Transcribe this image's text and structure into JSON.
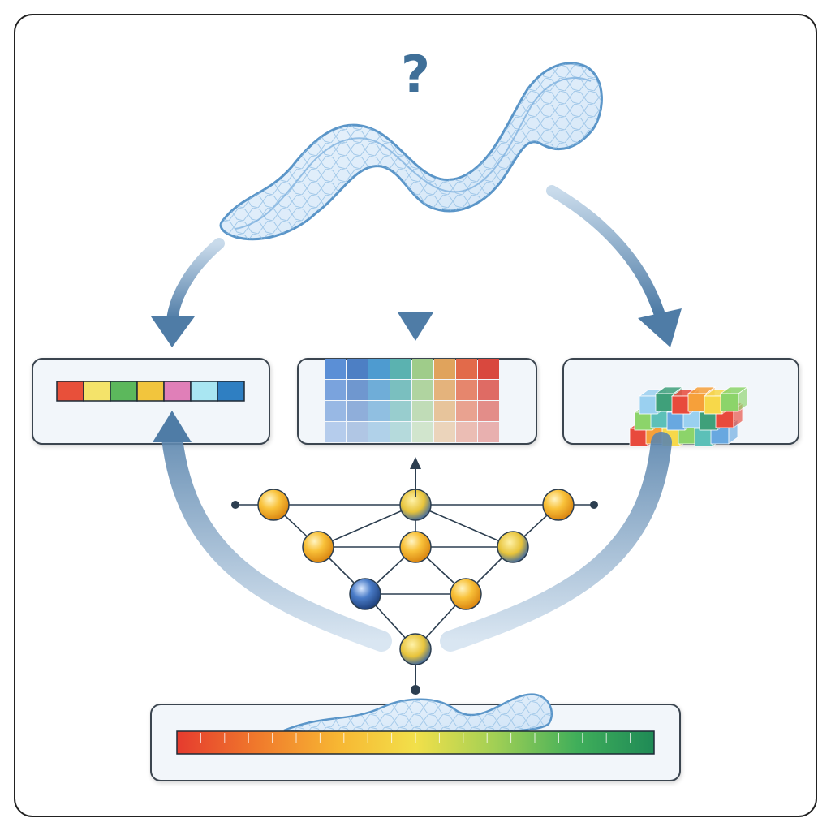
{
  "header": {
    "question_mark": "?"
  },
  "colors": {
    "frame_border": "#222222",
    "panel_fill": "#f2f6fa",
    "panel_border": "#3b4450",
    "arrow_blue": "#4f7ca6",
    "helix_stroke": "#5a95c8",
    "helix_fill": "#d8eaf8",
    "node_orange": "#f2a51c",
    "node_blue": "#2e5fa8",
    "edge_dark": "#2c3e50"
  },
  "sequence_panel": {
    "cells": [
      "#e8503a",
      "#f4e36a",
      "#5cb85c",
      "#f2c53d",
      "#e07fb8",
      "#a9e6f2",
      "#2f7fc2"
    ]
  },
  "matrix_panel": {
    "cols": [
      "#5b8fd6",
      "#4d7fc4",
      "#4e9bd0",
      "#5bb2b0",
      "#9fcc8a",
      "#e0a35c",
      "#e26a4a",
      "#d9483e"
    ]
  },
  "cube_panel": {
    "colors": [
      "#e84a3c",
      "#f6a03a",
      "#f7d84a",
      "#8cd46a",
      "#5cc0b8",
      "#68a8e0",
      "#9ad0f0",
      "#3fa07a"
    ]
  },
  "network": {
    "nodes": [
      {
        "id": "n1",
        "kind": "orange"
      },
      {
        "id": "n2",
        "kind": "blue"
      },
      {
        "id": "n3",
        "kind": "orange"
      },
      {
        "id": "n4",
        "kind": "orange"
      },
      {
        "id": "n5",
        "kind": "orange"
      },
      {
        "id": "n6",
        "kind": "blue"
      },
      {
        "id": "n7",
        "kind": "blue"
      },
      {
        "id": "n8",
        "kind": "orange"
      },
      {
        "id": "n9",
        "kind": "orange"
      }
    ]
  },
  "spectrum_panel": {
    "stops": [
      "#e53b2e",
      "#f07a2c",
      "#f7b733",
      "#f2e04a",
      "#9fcf55",
      "#3fae5a",
      "#1f8a56"
    ]
  }
}
